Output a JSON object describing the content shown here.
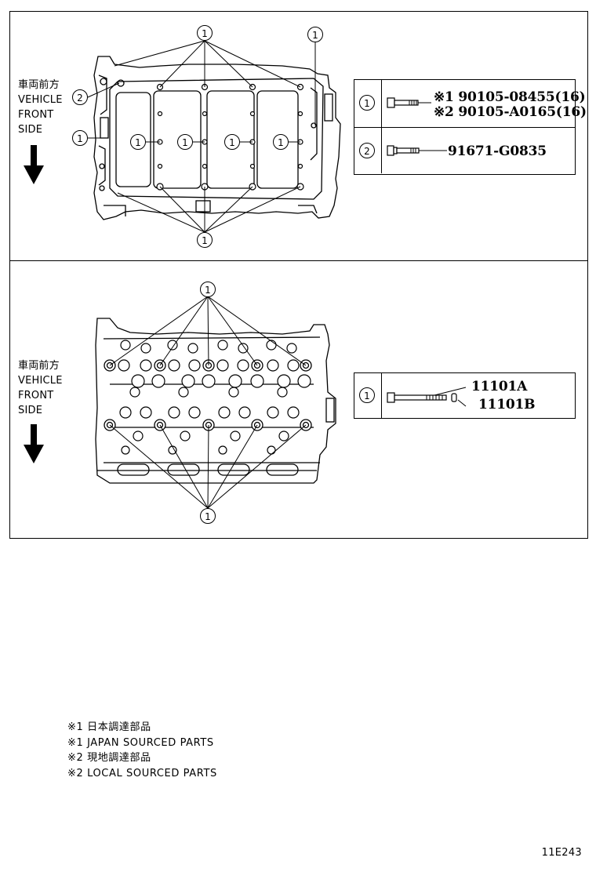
{
  "panel_top": {
    "side_label": {
      "line1": "車両前方",
      "line2": "VEHICLE",
      "line3": "FRONT",
      "line4": "SIDE"
    },
    "callout_1": "1",
    "callout_2": "2",
    "table": {
      "rows": [
        {
          "ref": "1",
          "part_1": "※1 90105-08455(16)",
          "part_2": "※2 90105-A0165(16)"
        },
        {
          "ref": "2",
          "part_1": "91671-G0835"
        }
      ]
    }
  },
  "panel_bottom": {
    "side_label": {
      "line1": "車両前方",
      "line2": "VEHICLE",
      "line3": "FRONT",
      "line4": "SIDE"
    },
    "callout_1": "1",
    "table": {
      "rows": [
        {
          "ref": "1",
          "part_1": "11101A",
          "part_2": "11101B"
        }
      ]
    }
  },
  "notes": [
    "※1 日本調達部品",
    "※1 JAPAN SOURCED PARTS",
    "※2 現地調達部品",
    "※2 LOCAL SOURCED PARTS"
  ],
  "illustration_code": "11E243"
}
